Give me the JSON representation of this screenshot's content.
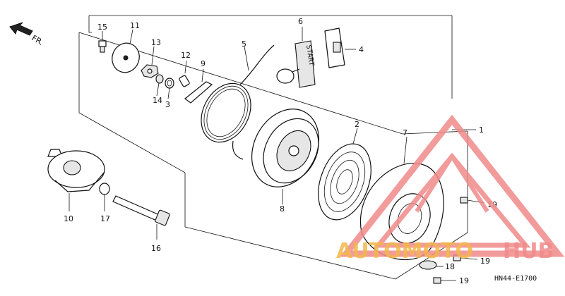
{
  "direction": {
    "label": "FR."
  },
  "callouts": [
    {
      "id": "1",
      "text": "1"
    },
    {
      "id": "2",
      "text": "2"
    },
    {
      "id": "3",
      "text": "3"
    },
    {
      "id": "4",
      "text": "4"
    },
    {
      "id": "5",
      "text": "5"
    },
    {
      "id": "6",
      "text": "6"
    },
    {
      "id": "7",
      "text": "7"
    },
    {
      "id": "8",
      "text": "8"
    },
    {
      "id": "9",
      "text": "9"
    },
    {
      "id": "10",
      "text": "10"
    },
    {
      "id": "11",
      "text": "11"
    },
    {
      "id": "12",
      "text": "12"
    },
    {
      "id": "13",
      "text": "13"
    },
    {
      "id": "14",
      "text": "14"
    },
    {
      "id": "15",
      "text": "15"
    },
    {
      "id": "16",
      "text": "16"
    },
    {
      "id": "17",
      "text": "17"
    },
    {
      "id": "18",
      "text": "18"
    },
    {
      "id": "19a",
      "text": "19"
    },
    {
      "id": "19b",
      "text": "19"
    },
    {
      "id": "19c",
      "text": "19"
    }
  ],
  "grip_text": "START",
  "diagram_code": "HN44-E1700",
  "watermark": {
    "part1": "AUTOMOTO",
    "part2": "HUB",
    "color_primary": "#f08a8a",
    "color_accent": "#f2b84a"
  }
}
